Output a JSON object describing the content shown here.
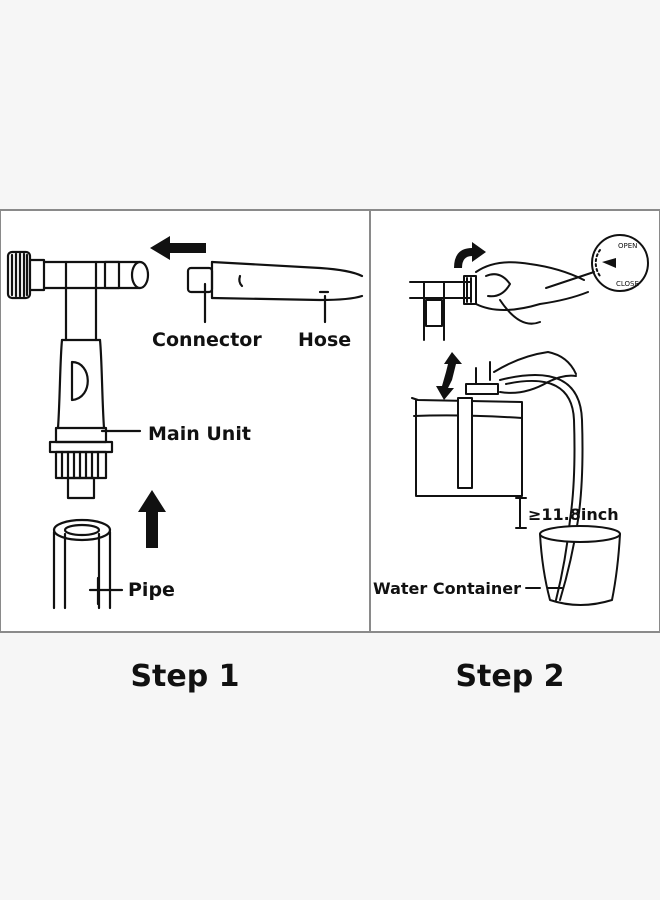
{
  "step1": {
    "labels": {
      "connector": "Connector",
      "hose": "Hose",
      "main_unit": "Main Unit",
      "pipe": "Pipe"
    },
    "caption": "Step 1"
  },
  "step2": {
    "labels": {
      "height": "≥11.8inch",
      "water_container": "Water Container"
    },
    "knob": {
      "open": "OPEN",
      "close": "CLOSE"
    },
    "caption": "Step 2"
  },
  "colors": {
    "background": "#f6f6f6",
    "panel": "#ffffff",
    "ink": "#111111",
    "frame": "#8a8a8a"
  }
}
